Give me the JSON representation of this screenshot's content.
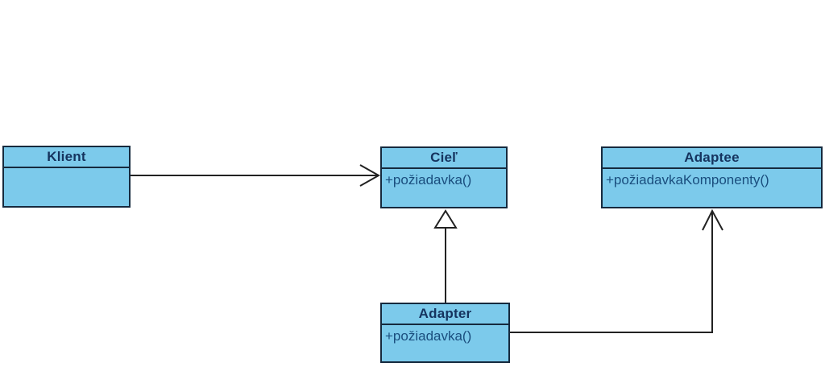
{
  "diagram": {
    "colors": {
      "background": "#ffffff",
      "box_fill": "#7ccaeb",
      "box_border": "#162a3e",
      "title_text": "#15335e",
      "method_text": "#1a4e7e",
      "connector": "#222222"
    },
    "classes": [
      {
        "name": "Klient",
        "methods": []
      },
      {
        "name": "Cieľ",
        "methods": [
          "+požiadavka()"
        ]
      },
      {
        "name": "Adaptee",
        "methods": [
          "+požiadavkaKomponenty()"
        ]
      },
      {
        "name": "Adapter",
        "methods": [
          "+požiadavka()"
        ]
      }
    ],
    "relationships": [
      {
        "from": "Klient",
        "to": "Cieľ",
        "type": "directed-association"
      },
      {
        "from": "Adapter",
        "to": "Cieľ",
        "type": "generalization"
      },
      {
        "from": "Adapter",
        "to": "Adaptee",
        "type": "directed-association"
      }
    ]
  }
}
